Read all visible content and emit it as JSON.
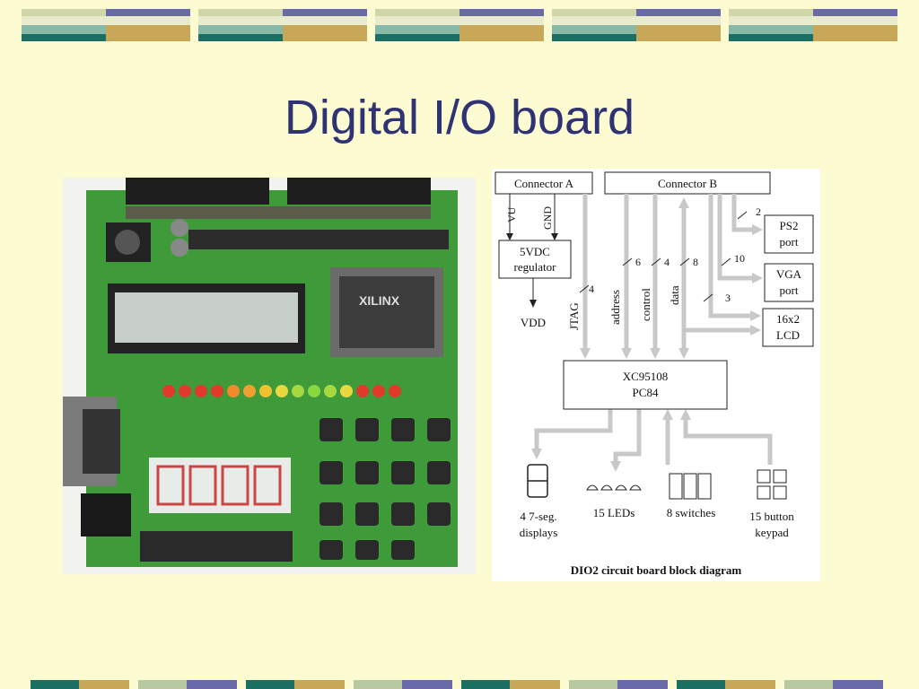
{
  "slide": {
    "title": "Digital I/O board"
  },
  "photo": {
    "chip_logo": "XILINX"
  },
  "diagram": {
    "connector_a": "Connector A",
    "connector_b": "Connector B",
    "vu": "VU",
    "gnd": "GND",
    "regulator_line1": "5VDC",
    "regulator_line2": "regulator",
    "vdd": "VDD",
    "jtag": "JTAG",
    "jtag_count": "4",
    "address": "address",
    "address_count": "6",
    "control": "control",
    "control_count": "4",
    "data": "data",
    "data_count": "8",
    "ps2_count": "2",
    "vga_count": "10",
    "lcd_count": "3",
    "ps2_line1": "PS2",
    "ps2_line2": "port",
    "vga_line1": "VGA",
    "vga_line2": "port",
    "lcd_line1": "16x2",
    "lcd_line2": "LCD",
    "cpld_line1": "XC95108",
    "cpld_line2": "PC84",
    "seg_line1": "4 7-seg.",
    "seg_line2": "displays",
    "leds": "15 LEDs",
    "switches": "8 switches",
    "keypad_line1": "15 button",
    "keypad_line2": "keypad",
    "caption": "DIO2 circuit board block diagram"
  }
}
